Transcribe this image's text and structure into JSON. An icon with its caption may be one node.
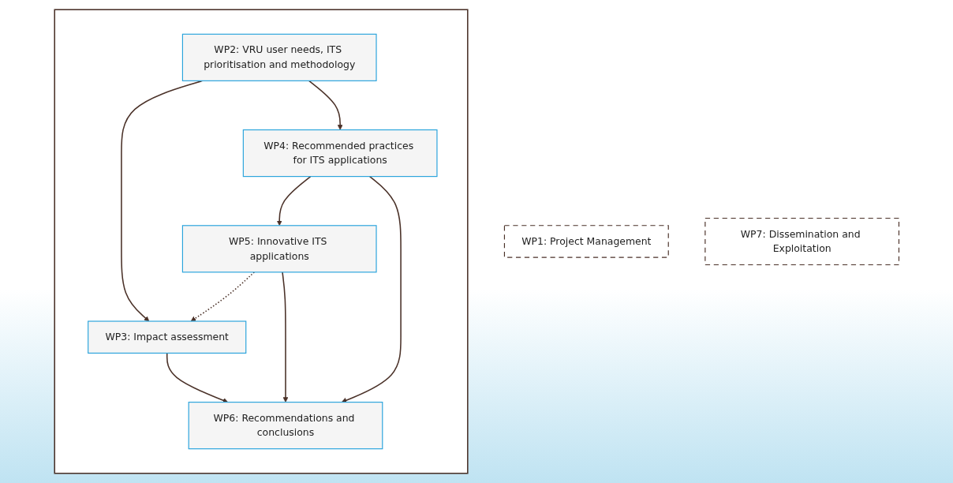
{
  "diagram": {
    "nodes": [
      {
        "text": [
          "WP1: Project Management"
        ]
      },
      {
        "text": [],
        "shape": "box"
      },
      {
        "text": [
          "WP2: VRU user needs, ITS prioritisation and methodology"
        ],
        "in": 1
      },
      {
        "text": [
          "WP3: Impact assessment"
        ],
        "in": 1
      },
      {
        "text": [
          "WP4: Recommended practices for ITS applications"
        ],
        "in": 1
      },
      {
        "text": [
          "WP5: Innovative ITS applications"
        ],
        "in": 1
      },
      {
        "text": [
          "WP6: Recommendations and conclusions"
        ],
        "in": 1
      },
      {
        "text": [
          "WP7: Dissemination and Exploitation"
        ]
      }
    ],
    "edges": [
      {
        "from": 2,
        "to": 3,
        "arrow": "to"
      },
      {
        "from": 2,
        "to": 4,
        "arrow": "to"
      },
      {
        "from": 4,
        "to": 5,
        "arrow": "to"
      },
      {
        "from": 3,
        "to": 6,
        "arrow": "to"
      },
      {
        "from": 5,
        "to": 6,
        "arrow": "to"
      },
      {
        "from": 4,
        "to": 6,
        "arrow": "to"
      },
      {
        "from": 5,
        "to": 3,
        "arrow": "to",
        "style": "dashed"
      }
    ]
  }
}
